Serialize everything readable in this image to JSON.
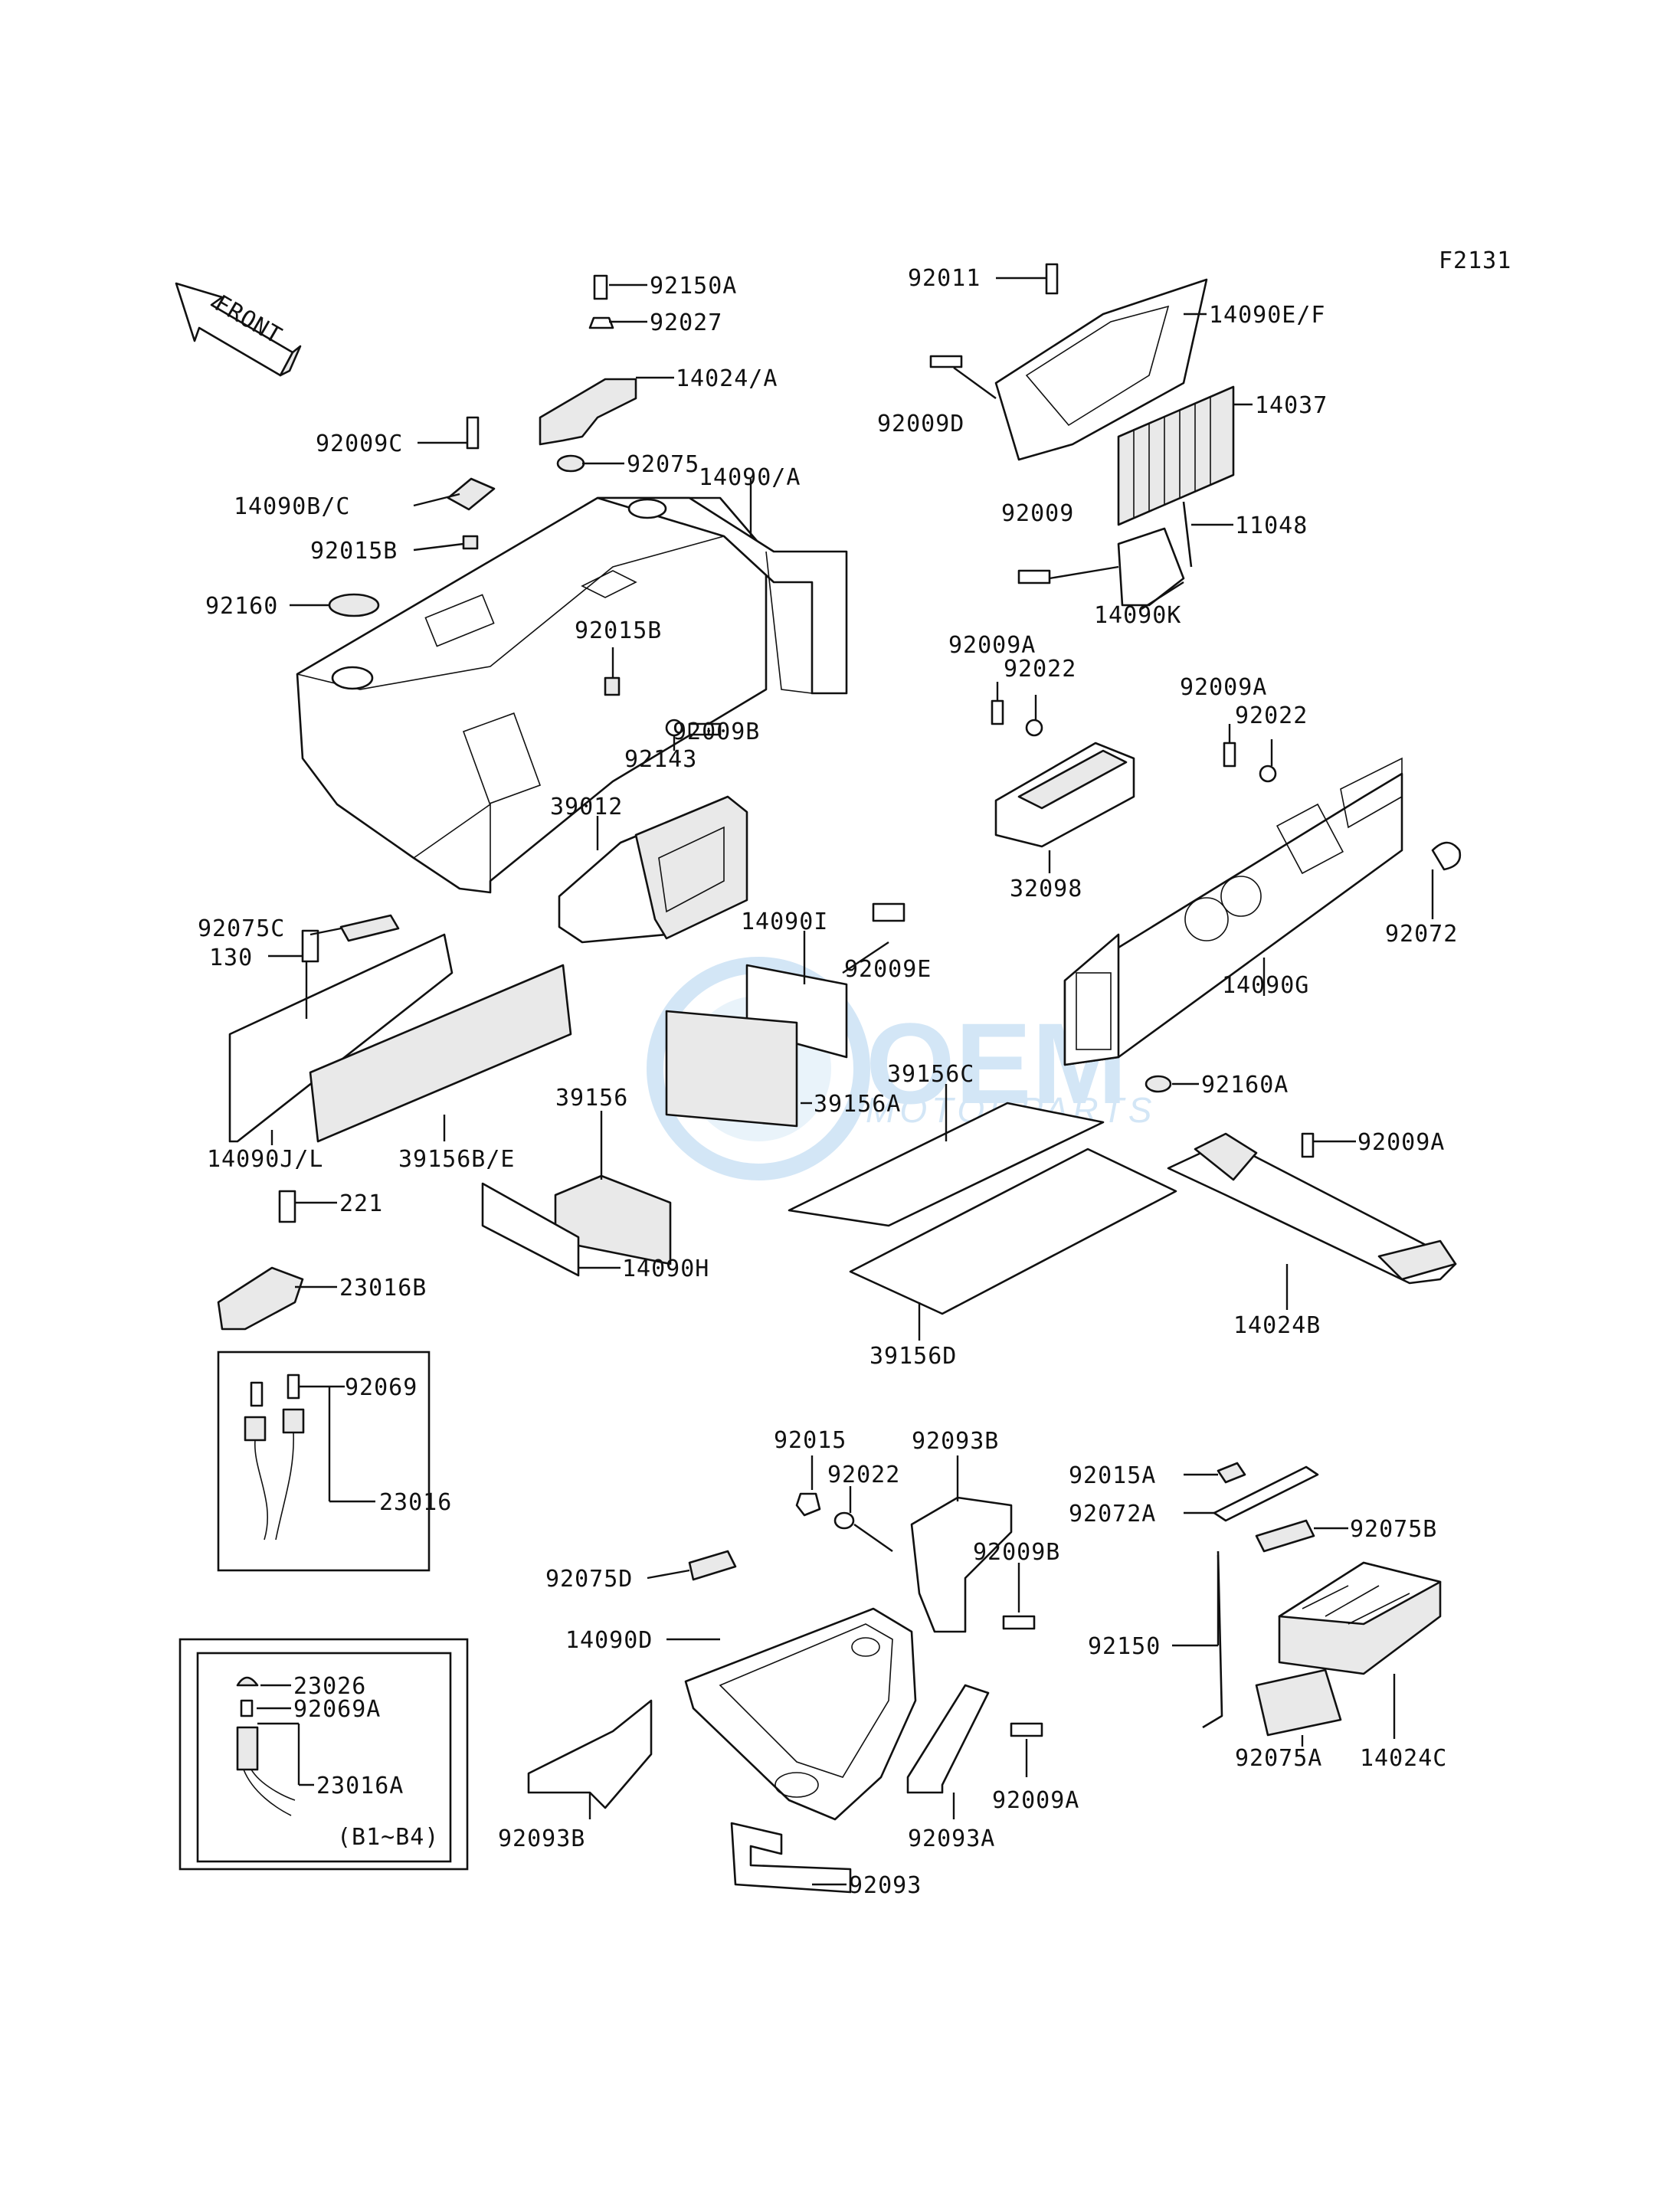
{
  "figure_code": "F2131",
  "front_label": "FRONT",
  "watermark": {
    "brand": "OEM",
    "tagline": "MOTORPARTS"
  },
  "variant_note": "(B1~B4)",
  "labels": {
    "p92150A": "92150A",
    "p92027": "92027",
    "p14024A": "14024/A",
    "p92075": "92075",
    "p92009C": "92009C",
    "p14090BC": "14090B/C",
    "p92015B_1": "92015B",
    "p14090A": "14090/A",
    "p92160": "92160",
    "p92015B_2": "92015B",
    "p92143": "92143",
    "p92009B_1": "92009B",
    "p92011": "92011",
    "p14090EF": "14090E/F",
    "p92009D": "92009D",
    "p14037": "14037",
    "p92009": "92009",
    "p11048": "11048",
    "p14090K": "14090K",
    "p92009A_1": "92009A",
    "p92022_1": "92022",
    "p32098": "32098",
    "p92009A_2": "92009A",
    "p92022_2": "92022",
    "p92072": "92072",
    "p14090G": "14090G",
    "p39012": "39012",
    "p92075C": "92075C",
    "p130": "130",
    "p14090I": "14090I",
    "p92009E": "92009E",
    "p39156C": "39156C",
    "p39156A": "39156A",
    "p92160A": "92160A",
    "p14090JL": "14090J/L",
    "p39156BE": "39156B/E",
    "p39156": "39156",
    "p92009A_3": "92009A",
    "p221": "221",
    "p23016B": "23016B",
    "p14090H": "14090H",
    "p14024B": "14024B",
    "p39156D": "39156D",
    "p92069": "92069",
    "p23016": "23016",
    "p92015": "92015",
    "p92093B_1": "92093B",
    "p92022_3": "92022",
    "p92015A": "92015A",
    "p92072A": "92072A",
    "p92075B": "92075B",
    "p92075D": "92075D",
    "p92009B_2": "92009B",
    "p14090D": "14090D",
    "p92150": "92150",
    "p23026": "23026",
    "p92069A": "92069A",
    "p23016A": "23016A",
    "p92093B_2": "92093B",
    "p92093A": "92093A",
    "p92009A_4": "92009A",
    "p92075A": "92075A",
    "p14024C": "14024C",
    "p92093": "92093"
  }
}
